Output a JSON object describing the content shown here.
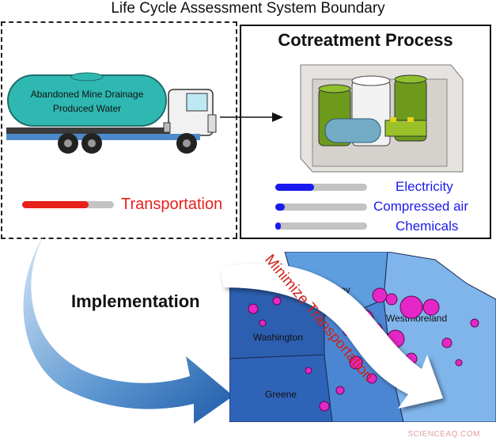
{
  "title": "Life Cycle Assessment System Boundary",
  "truck": {
    "tank_label_line1": "Abandoned Mine Drainage",
    "tank_label_line2": "Produced Water"
  },
  "transport": {
    "label": "Transportation",
    "level": 0.72,
    "color": "#e8201b"
  },
  "process": {
    "title": "Cotreatment Process",
    "bars": [
      {
        "label": "Electricity",
        "level": 0.42,
        "color": "#1a1aee"
      },
      {
        "label": "Compressed air",
        "level": 0.1,
        "color": "#1a1aee"
      },
      {
        "label": "Chemicals",
        "level": 0.04,
        "color": "#1a1aee"
      }
    ]
  },
  "implementation": "Implementation",
  "arrow_label": "Minimize Transportation",
  "map": {
    "counties": [
      "Allegheny",
      "Washington",
      "Westmoreland",
      "Greene"
    ]
  },
  "watermark": "SCIENCEAQ.COM"
}
